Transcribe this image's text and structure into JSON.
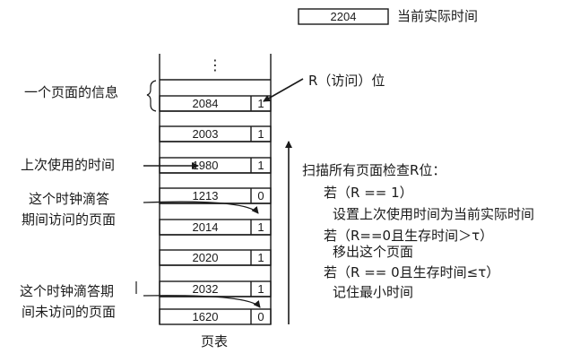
{
  "current_time": {
    "value": "2204",
    "label": "当前实际时间"
  },
  "page_table": {
    "caption": "页表",
    "top_dots": "⋮",
    "entries": [
      {
        "time": "2084",
        "r": "1"
      },
      {
        "time": "2003",
        "r": "1"
      },
      {
        "time": "1980",
        "r": "1"
      },
      {
        "time": "1213",
        "r": "0"
      },
      {
        "time": "2014",
        "r": "1"
      },
      {
        "time": "2020",
        "r": "1"
      },
      {
        "time": "2032",
        "r": "1"
      },
      {
        "time": "1620",
        "r": "0"
      }
    ]
  },
  "annotations": {
    "page_info": "一个页面的信息",
    "r_bit": "R（访问）位",
    "last_used": "上次使用的时间",
    "referenced_line1": "这个时钟滴答",
    "referenced_line2": "期间访问的页面",
    "unreferenced_line1": "这个时钟滴答期",
    "unreferenced_line2": "间未访问的页面"
  },
  "algorithm": {
    "title": "扫描所有页面检查R位：",
    "case1_cond": "若（R == 1）",
    "case1_action": "设置上次使用时间为当前实际时间",
    "case2_cond": "若（R==0且生存时间＞τ）",
    "case2_action": "移出这个页面",
    "case3_cond": "若（R == 0且生存时间≤τ）",
    "case3_action": "记住最小时间"
  }
}
